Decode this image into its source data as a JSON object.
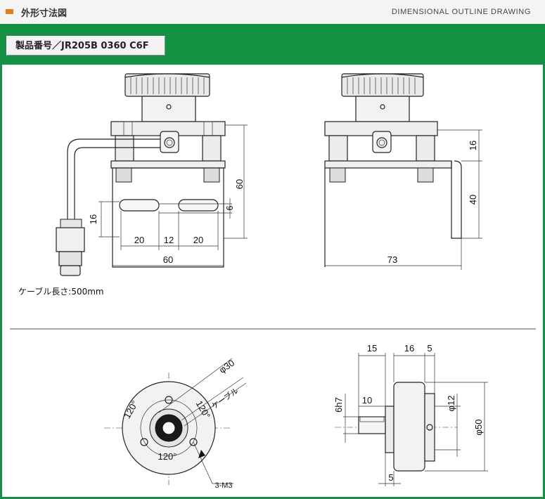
{
  "header": {
    "title": "外形寸法図",
    "subtitle": "DIMENSIONAL OUTLINE DRAWING"
  },
  "model": {
    "label": "製品番号／JR205B 0360 C6F"
  },
  "drawing": {
    "cable_note": "ケーブル長さ:500mm",
    "dims_front": {
      "height_total": "60",
      "slot_height": "16",
      "slot_gap": "6",
      "slot_w1": "20",
      "slot_mid": "12",
      "slot_w2": "20",
      "width": "60"
    },
    "dims_side": {
      "upper": "16",
      "lower": "40",
      "width": "73"
    },
    "dims_face": {
      "pcd": "φ30",
      "angle_a": "120°",
      "angle_b": "120°",
      "angle_c": "120°",
      "screw": "3-M3",
      "cable_label": "ケーブル"
    },
    "dims_profile": {
      "shaft_len": "15",
      "body_a": "16",
      "body_b": "5",
      "flat": "10",
      "shaft_fit": "6h7",
      "boss": "φ12",
      "outer": "φ50",
      "flange": "5"
    }
  },
  "colors": {
    "accent": "#149143",
    "marker": "#e67e16"
  }
}
